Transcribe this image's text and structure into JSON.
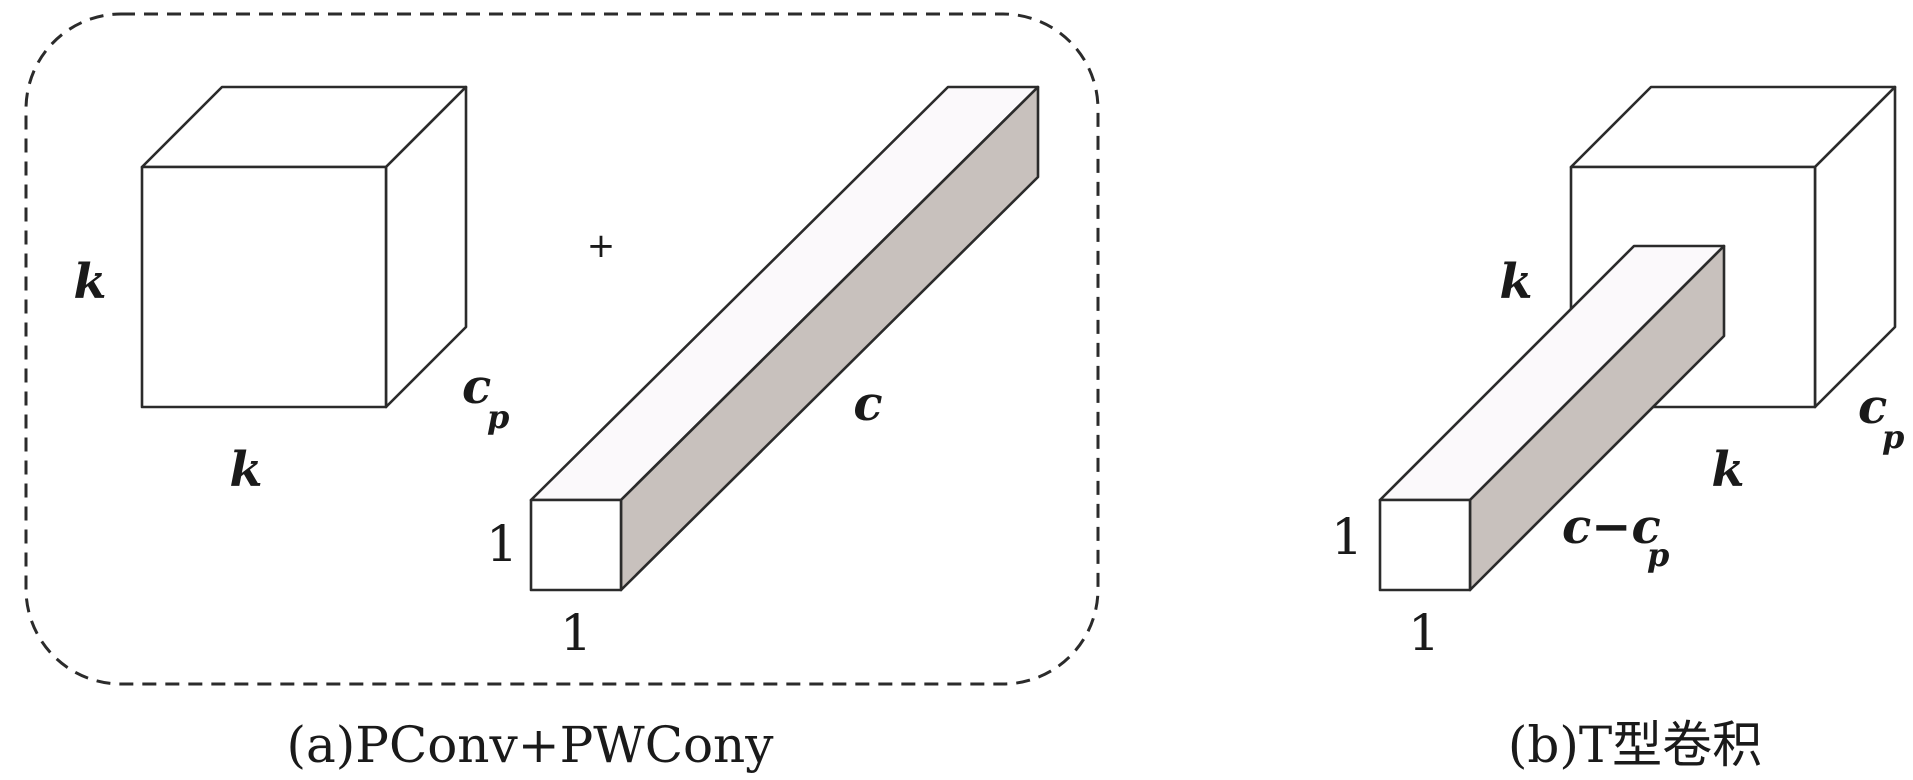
{
  "panel_a": {
    "cube_label_side": "k",
    "cube_label_bottom": "k",
    "cube_label_depth": "c",
    "cube_label_depth_sub": "p",
    "plus": "+",
    "bar_label_length": "c",
    "bar_label_height": "1",
    "bar_label_width": "1",
    "caption": "(a)PConv+PWCony"
  },
  "panel_b": {
    "cube_label_side": "k",
    "cube_label_bottom": "k",
    "cube_label_depth": "c",
    "cube_label_depth_sub": "p",
    "bar_label_length": "c−c",
    "bar_label_length_sub": "p",
    "bar_label_height": "1",
    "bar_label_width": "1",
    "caption": "(b)T型卷积"
  },
  "colors": {
    "edge": "#2b2b2b",
    "bar_side": "#c8c1bd",
    "background": "#ffffff"
  }
}
